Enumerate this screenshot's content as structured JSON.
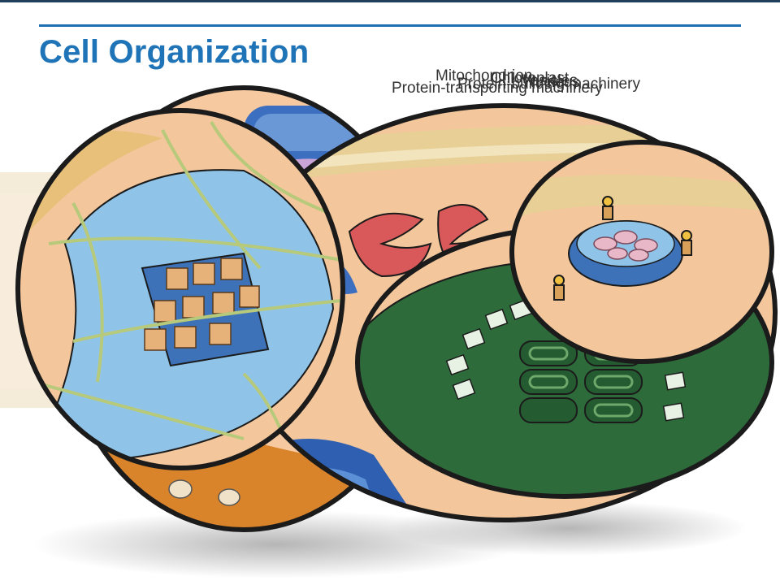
{
  "title": "Cell Organization",
  "labels": {
    "mitochondrion": "Mitochondrion",
    "chloroplast": "Chloroplast",
    "vesicles": "Vesicles",
    "nucleus": "Nucleus",
    "protein_building": "Protein-building machinery",
    "protein_transporting": "Protein-transporting machinery"
  },
  "colors": {
    "title": "#1f74b8",
    "rule": "#1d6fb0",
    "cytoplasm": "#f6c9a0",
    "cell_wall": "#e8c07a",
    "nucleus_blue": "#8fc4e8",
    "chloroplast_green": "#2e6b3b",
    "mito_red": "#d9595a",
    "outline": "#1b1b1b"
  }
}
